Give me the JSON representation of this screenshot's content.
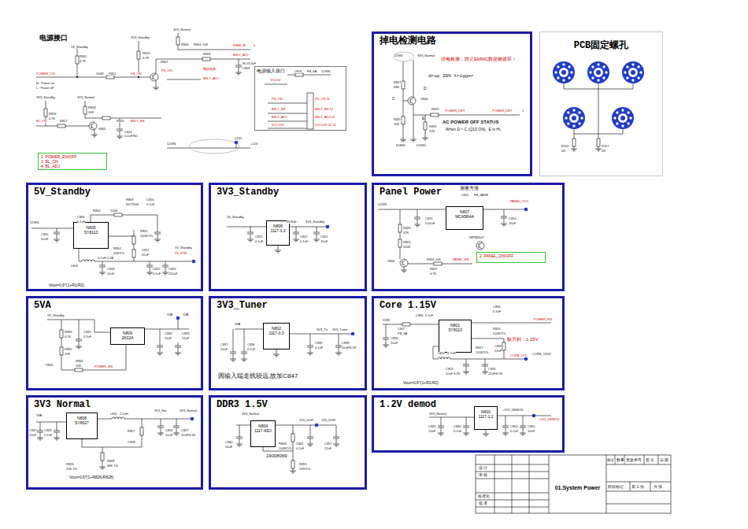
{
  "diagram": {
    "title": "电源接口",
    "nodes": [
      {
        "text": [
          "掉电检测电路"
        ]
      },
      {
        "text": [
          "PCB固定螺孔"
        ]
      },
      {
        "text": [
          "5V_Standby"
        ]
      },
      {
        "text": [
          "3V3_Standby"
        ]
      },
      {
        "text": [
          "Panel Power"
        ]
      },
      {
        "text": [
          "5VA"
        ]
      },
      {
        "text": [
          "3V3_Tuner"
        ]
      },
      {
        "text": [
          "Core 1.15V"
        ]
      },
      {
        "text": [
          "3V3 Normal"
        ]
      },
      {
        "text": [
          "DDR3 1.5V"
        ]
      },
      {
        "text": [
          "1.2V demod"
        ]
      },
      {
        "text": [
          "电源输入接口"
        ]
      },
      {
        "text": [
          "2  POWER_EN/OFF",
          "3  BL_ON",
          "4  BL_ADJ"
        ]
      },
      {
        "text": [
          "2  PANEL_ON/OFF"
        ],
        "in": 4
      },
      {
        "text": [
          "01.System Power"
        ]
      },
      {
        "text": [
          "N805",
          "SY8113"
        ],
        "in": 2
      },
      {
        "text": [
          "N806",
          "1117-3.3"
        ],
        "in": 3
      },
      {
        "text": [
          "N807",
          "MCA5R4A"
        ],
        "in": 4
      },
      {
        "text": [
          "N809",
          "2K02A"
        ],
        "in": 5
      },
      {
        "text": [
          "N802",
          "1117-3.3"
        ],
        "in": 6
      },
      {
        "text": [
          "N801",
          "SY8113"
        ],
        "in": 7
      },
      {
        "text": [
          "N808",
          "SY8027"
        ],
        "in": 8
      },
      {
        "text": [
          "N804",
          "1117-ADJ"
        ],
        "in": 9
      },
      {
        "text": [
          "N810",
          "1117-1.2"
        ],
        "in": 10
      }
    ],
    "labels": [
      "5V_Standby",
      "3V3_Standby",
      "3V3_Normal",
      "R811",
      "4.7K",
      "POWER_ON",
      "R812",
      "100R",
      "PS_ON",
      "R813",
      "4.7K",
      "R807",
      "R806",
      "R804",
      "10K",
      "PWM_IN",
      "5",
      "BKLT_ADJ",
      "R808",
      "PS_ON",
      "BKLT_ADJ",
      "预留电路",
      "NC/3.3uF",
      "C809",
      "H : Power on",
      "L : Power off",
      "3V3_Standby",
      "3V3_Normal",
      "R816",
      "4.7K",
      "R818",
      "10K",
      "BL_ON",
      "R817",
      "V802",
      "R819",
      "BKLT_EN",
      "C814",
      "0.1uF/NC",
      "12VIN",
      "12V1",
      "+12V",
      "VCC5V",
      "L803",
      "FB_6A",
      "12VIN",
      "PS_ON",
      "BKLT_EN",
      "BKLT_ADJ",
      "VCC12V",
      "PS_ON 11",
      "BKLT_EN 12",
      "BKLT_ADJ 13",
      "VCC12V 11-14",
      "掉电检测，防止EMMC数据被破坏！",
      "12VIN",
      "3V3_Normal",
      "drop 20% trigger",
      "R821",
      "68K",
      "D",
      "C",
      "E",
      "V806",
      "R819",
      "POWER_DET",
      "POWER_DET",
      "3",
      "R820",
      "10K",
      "R825",
      "22K",
      "AC POWER OFF STATUS",
      "When D > C (Q13 ON),  E is Hi.",
      "DGND",
      "DGND",
      "R114",
      "0R",
      "R117",
      "0R",
      "12VIN",
      "C805",
      "10uF",
      "C806",
      "0.1uF",
      "R810",
      "100K",
      "R809",
      "NC/750K",
      "C816",
      "0.1uF",
      "R815",
      "100K/1%",
      "R814",
      "20K/1%",
      "C817",
      "22uF",
      "L804",
      "4.7uH 5.2A",
      "5V_Standby",
      "5V_STB",
      "C818",
      "10uF",
      "C822",
      "0.1uF",
      "C820",
      "220uF",
      "Vout=0.6*(1+R1/R2)",
      "5V_Standby",
      "C811",
      "0.1uF",
      "3V3stb",
      "3V3_Standby",
      "C812",
      "0.1uF",
      "C821",
      "10uF",
      "测量方便",
      "L805",
      "FB_3A/6E",
      "12VIN",
      "PANEL_VCC",
      "C825",
      "0.01uF",
      "R826",
      "47K",
      "R823",
      "100K",
      "WPM2007",
      "C810",
      "10uF",
      "R824",
      "10K",
      "V808",
      "PANEL_EN",
      "R827",
      "4.7K",
      "5V_Standby",
      "C832",
      "0.1uF",
      "R833",
      "4.7K",
      "R835",
      "10K",
      "V800",
      "R834",
      "10K",
      "POWER_EN",
      "5VA",
      "5VA",
      "C834",
      "10uF",
      "C833",
      "22uF",
      "5VA",
      "C837",
      "10uF",
      "C836",
      "0.1uF",
      "3V3_Tu",
      "3V3_Tuner",
      "C839",
      "0.1uF",
      "C838",
      "10uF/6.3V",
      "因输入端走线较远,故加C847",
      "5VIN",
      "L807",
      "FB_3A",
      "C806",
      "0.1uF",
      "R816",
      "120K/1%",
      "POWER_EN",
      "C856",
      "0.1uF",
      "L801",
      "4.7uH",
      "R817",
      "120K/1%",
      "C828",
      "22uF",
      "板升到：1.15V",
      "CORE_1V0S",
      "CORE_1V1",
      "C823",
      "10uF 6.3V",
      "C826",
      "22uF/6.3V",
      "C858",
      "10uF",
      "Vout=0.6*(1+R1/R2)",
      "5VA",
      "C825",
      "10uF",
      "C826",
      "0.1uF",
      "L811",
      "2.2uH",
      "3V3_Nor",
      "3V3_Normal",
      "R827",
      "C828",
      "C824",
      "10uF",
      "C827",
      "22uF/6.3V",
      "R826",
      "10K 1%",
      "R828",
      "68K 1%",
      "Vout=0.6*(1+R826/R828)",
      "3V3_Normal",
      "C840",
      "10uF",
      "19008069",
      "1V5_DDR",
      "1V5_DDR",
      "C841",
      "0.1uF",
      "C857",
      "22uF",
      "R858",
      "100R/1%",
      "R859",
      "22R/1%",
      "3V3_Normal",
      "C843",
      "10uF",
      "C844",
      "0.1uF",
      "+1V2_DEMOD",
      "+1V2_DEMOD",
      "C804",
      "0.1uF",
      "C805",
      "10uF",
      "标记",
      "数量",
      "更改单号",
      "签 名",
      "日 期",
      "设 计",
      "审 核",
      "标准化",
      "批 准",
      "阶段标记",
      "第 1 张",
      "共 张"
    ]
  }
}
